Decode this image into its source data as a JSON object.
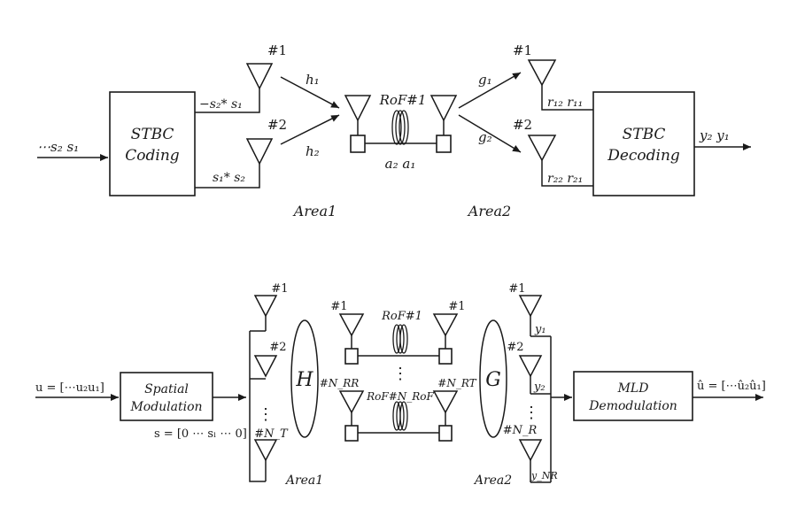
{
  "top": {
    "input_label": "⋯s₂ s₁",
    "encoder": {
      "line1": "STBC",
      "line2": "Coding"
    },
    "out1": "−s₂* s₁",
    "out2": "s₁* s₂",
    "tx_ant1": "#1",
    "tx_ant2": "#2",
    "h1": "h₁",
    "h2": "h₂",
    "rof": "RoF#1",
    "alphas": "a₂ a₁",
    "g1": "g₁",
    "g2": "g₂",
    "rx_ant1": "#1",
    "rx_ant2": "#2",
    "r1": "r₁₂ r₁₁",
    "r2": "r₂₂ r₂₁",
    "decoder": {
      "line1": "STBC",
      "line2": "Decoding"
    },
    "output_label": "y₂ y₁",
    "area1": "Area1",
    "area2": "Area2"
  },
  "bottom": {
    "input_label": "u = [⋯u₂u₁]",
    "modulator": {
      "line1": "Spatial",
      "line2": "Modulation"
    },
    "s_label": "s = [0 ⋯ sₗ ⋯ 0]",
    "tx_ant1": "#1",
    "tx_ant2": "#2",
    "tx_antN": "#N_T",
    "H": "H",
    "G": "G",
    "rau_left1": "#1",
    "rau_right1": "#1",
    "rau_leftN": "#N_RR",
    "rau_rightN": "#N_RT",
    "rof1": "RoF#1",
    "rofN": "RoF#N_RoF",
    "rx_ant1": "#1",
    "rx_ant2": "#2",
    "rx_antN": "#N_R",
    "y1": "y₁",
    "y2": "y₂",
    "yN": "y_NR",
    "demodulator": {
      "line1": "MLD",
      "line2": "Demodulation"
    },
    "output_label": "û = [⋯û₂û₁]",
    "area1": "Area1",
    "area2": "Area2"
  }
}
